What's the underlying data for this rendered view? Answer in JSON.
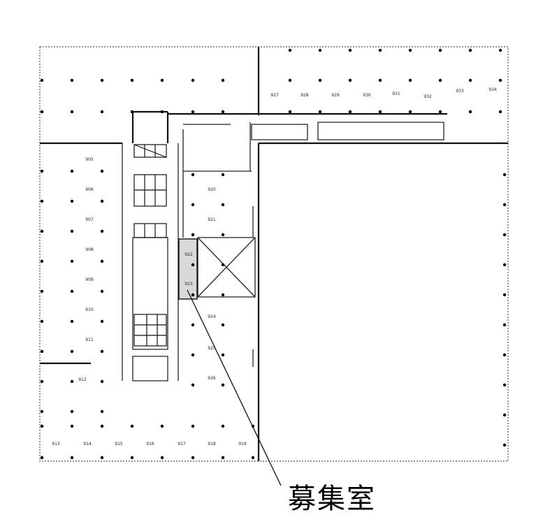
{
  "callout": {
    "label": "募集室"
  },
  "room_numbers": [
    "905",
    "906",
    "907",
    "908",
    "909",
    "910",
    "911",
    "912",
    "913",
    "914",
    "915",
    "916",
    "917",
    "918",
    "919",
    "920",
    "921",
    "922",
    "923",
    "924",
    "925",
    "926",
    "927",
    "928",
    "929",
    "930",
    "931",
    "932",
    "933",
    "934"
  ],
  "colors": {
    "line": "#111111",
    "highlight": "#d9d9d9",
    "dot": "#000000"
  }
}
